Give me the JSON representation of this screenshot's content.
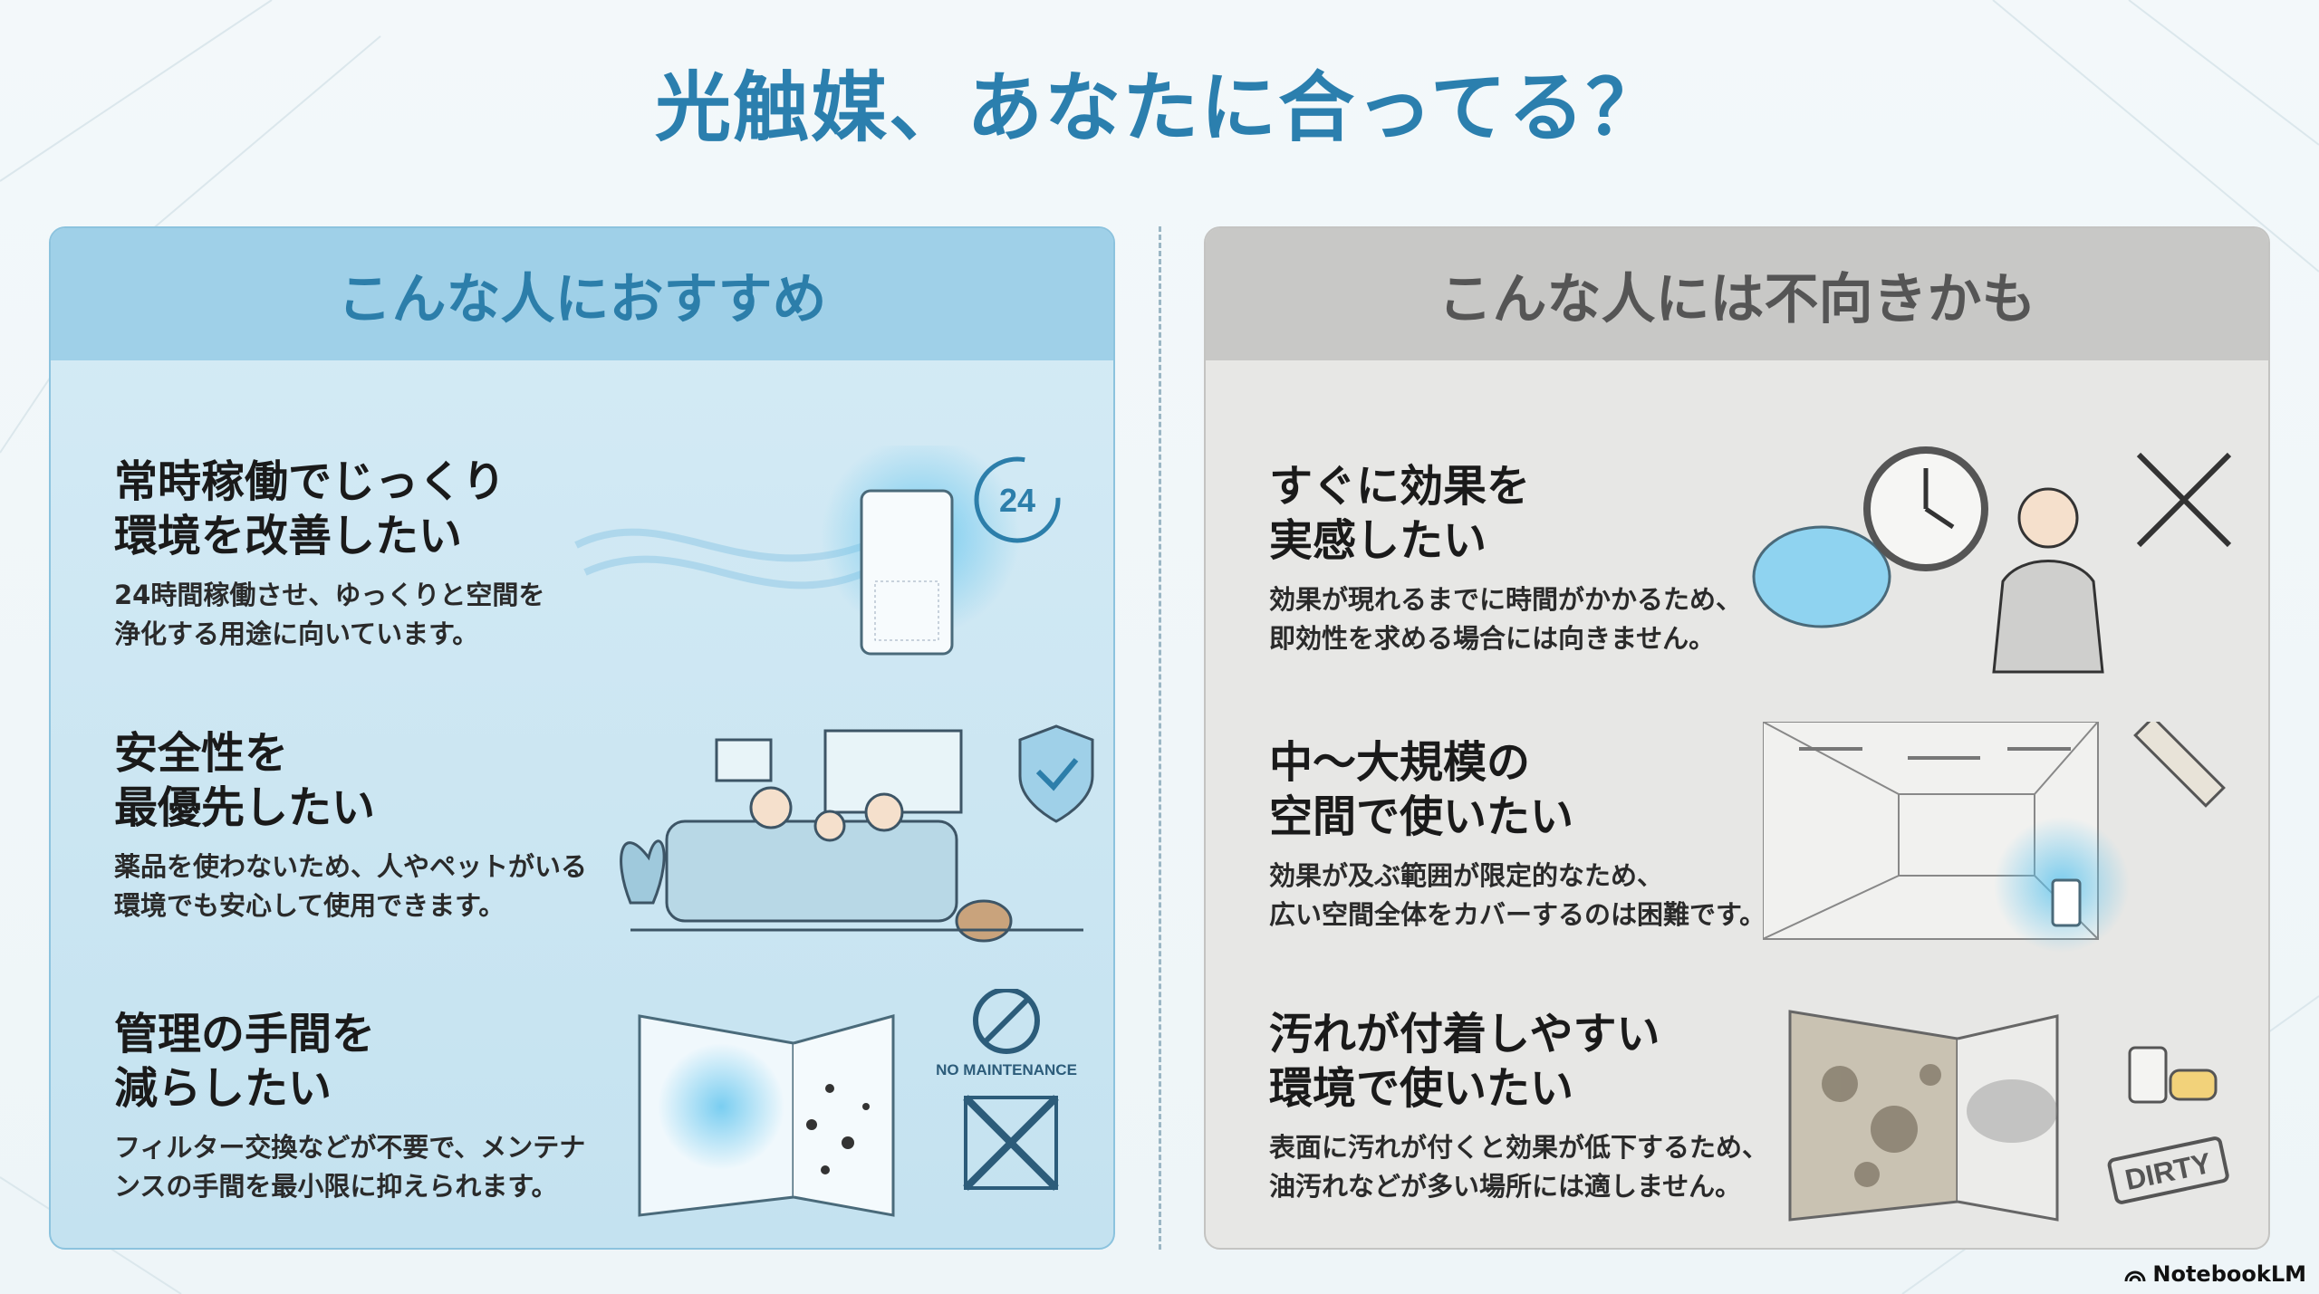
{
  "title": "光触媒、あなたに合ってる？",
  "left_panel": {
    "header": "こんな人におすすめ",
    "items": [
      {
        "heading_line1": "常時稼働でじっくり",
        "heading_line2": "環境を改善したい",
        "body_line1": "24時間稼働させ、ゆっくりと空間を",
        "body_line2": "浄化する用途に向いています。",
        "illustration": "air-purifier-24h",
        "badge": "24"
      },
      {
        "heading_line1": "安全性を",
        "heading_line2": "最優先したい",
        "body_line1": "薬品を使わないため、人やペットがいる",
        "body_line2": "環境でも安心して使用できます。",
        "illustration": "family-with-dog-shield"
      },
      {
        "heading_line1": "管理の手間を",
        "heading_line2": "減らしたい",
        "body_line1": "フィルター交換などが不要で、メンテナ",
        "body_line2": "ンスの手間を最小限に抑えられます。",
        "illustration": "no-maintenance-wall",
        "badge": "NO MAINTENANCE"
      }
    ]
  },
  "right_panel": {
    "header": "こんな人には不向きかも",
    "items": [
      {
        "heading_line1": "すぐに効果を",
        "heading_line2": "実感したい",
        "body_line1": "効果が現れるまでに時間がかかるため、",
        "body_line2": "即効性を求める場合には向きません。",
        "illustration": "clock-thinking-person"
      },
      {
        "heading_line1": "中〜大規模の",
        "heading_line2": "空間で使いたい",
        "body_line1": "効果が及ぶ範囲が限定的なため、",
        "body_line2": "広い空間全体をカバーするのは困難です。",
        "illustration": "large-office"
      },
      {
        "heading_line1": "汚れが付着しやすい",
        "heading_line2": "環境で使いたい",
        "body_line1": "表面に汚れが付くと効果が低下するため、",
        "body_line2": "油汚れなどが多い場所には適しません。",
        "illustration": "dirty-wall",
        "badge": "DIRTY"
      }
    ]
  },
  "footer": {
    "brand": "NotebookLM"
  },
  "colors": {
    "accent": "#2b7fae",
    "left_header": "#9fd0e8",
    "right_header": "#c8c8c6"
  }
}
